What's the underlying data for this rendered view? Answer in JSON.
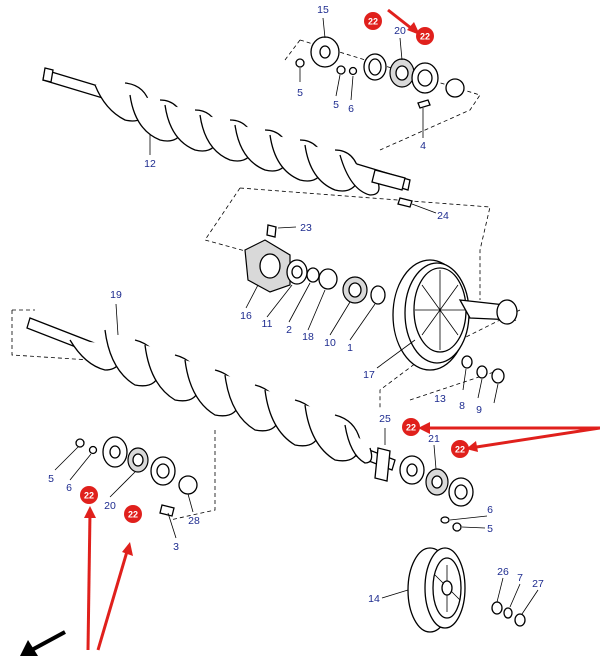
{
  "labels": {
    "l15": "15",
    "l20a": "20",
    "l5a": "5",
    "l5b": "5",
    "l6a": "6",
    "l4": "4",
    "l12": "12",
    "l24": "24",
    "l23": "23",
    "l16": "16",
    "l11": "11",
    "l2": "2",
    "l18": "18",
    "l10": "10",
    "l1": "1",
    "l17": "17",
    "l19": "19",
    "l13": "13",
    "l8": "8",
    "l9": "9",
    "l25": "25",
    "l21": "21",
    "l6b": "6",
    "l5c": "5",
    "l5d": "5",
    "l6c": "6",
    "l20b": "20",
    "l28": "28",
    "l3": "3",
    "l14": "14",
    "l26": "26",
    "l7": "7",
    "l27": "27"
  },
  "badges": {
    "b1": "22",
    "b2": "22",
    "b3": "22",
    "b4": "22",
    "b5": "22",
    "b6": "22"
  },
  "colors": {
    "label": "#1d2b8f",
    "badge": "#e0201c",
    "arrow": "#e0201c",
    "line": "#000000"
  }
}
